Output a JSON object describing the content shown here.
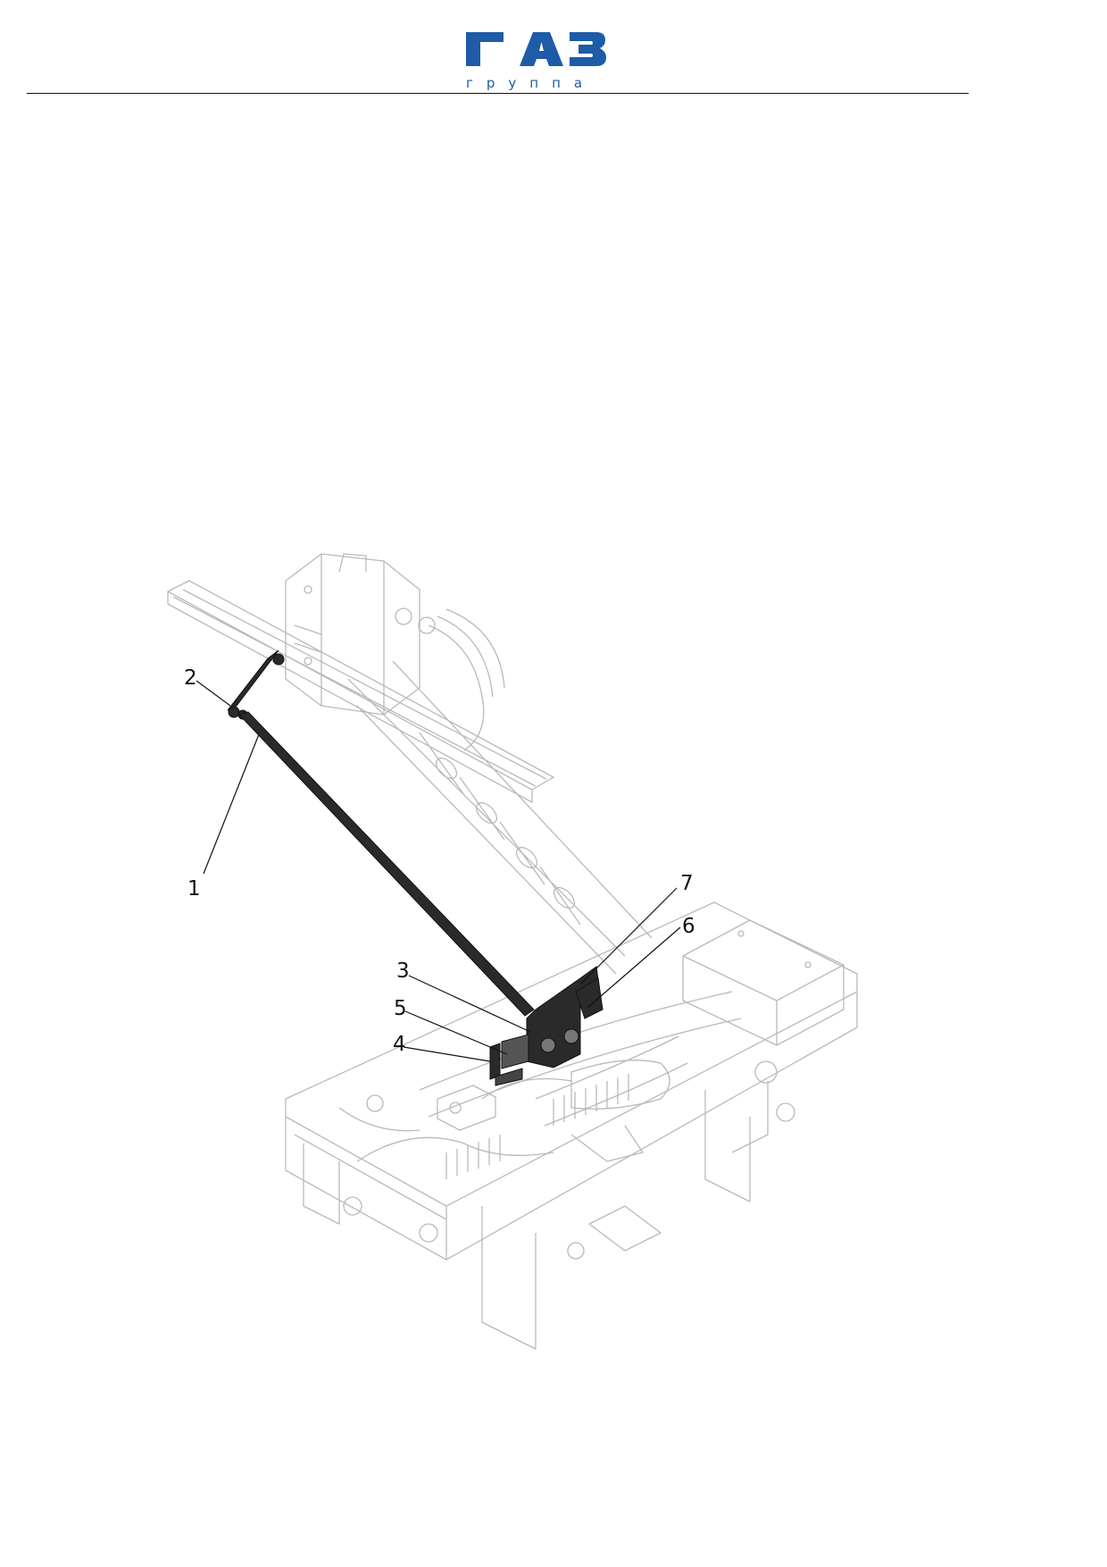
{
  "header": {
    "logo_main": "ГАЗ",
    "logo_sub": "группа",
    "brand_color": "#1e5ba8"
  },
  "figure": {
    "callouts": [
      "1",
      "2",
      "3",
      "4",
      "5",
      "6",
      "7"
    ]
  }
}
